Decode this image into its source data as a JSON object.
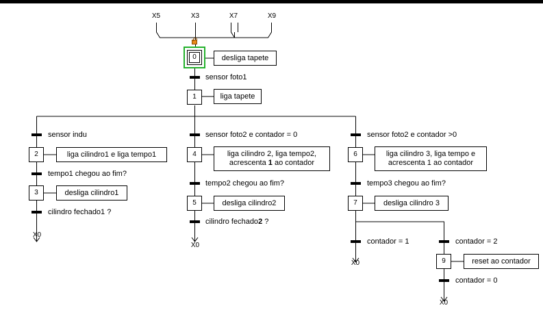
{
  "top_refs": [
    "X5",
    "X3",
    "X7",
    "X9"
  ],
  "initial_step": {
    "number": "0",
    "action": "desliga tapete",
    "lock_icon": "padlock-icon"
  },
  "steps": [
    {
      "number": "1",
      "action": "liga tapete"
    },
    {
      "number": "2",
      "action": "liga cilindro1 e liga tempo1"
    },
    {
      "number": "3",
      "action": "desliga cilindro1"
    },
    {
      "number": "4",
      "action_line1": "liga cilindro 2, liga tempo2,",
      "action_line2_pre": "acrescenta ",
      "action_line2_bold": "1",
      "action_line2_post": " ao contador"
    },
    {
      "number": "5",
      "action": "desliga cilindro2"
    },
    {
      "number": "6",
      "action_line1": "liga cilindro 3, liga tempo e",
      "action_line2": "acrescenta 1 ao contador"
    },
    {
      "number": "7",
      "action": "desliga cilindro 3"
    },
    {
      "number": "9",
      "action": "reset ao contador"
    }
  ],
  "transitions": [
    "sensor foto1",
    "sensor indu",
    "tempo1 chegou ao fim?",
    "cilindro fechado1 ?",
    "sensor foto2 e contador = 0",
    "tempo2 chegou ao fim?",
    "cilindro fechado",
    "2",
    " ?",
    "sensor foto2 e contador >0",
    "tempo3 chegou ao fim?",
    "contador = 1",
    "contador = 2",
    "contador = 0"
  ],
  "jump_refs": [
    "X0",
    "X0",
    "X0",
    "X0"
  ],
  "colors": {
    "active_step_border": "#22b02a",
    "lock": "#e98a1a",
    "line": "#000000"
  }
}
